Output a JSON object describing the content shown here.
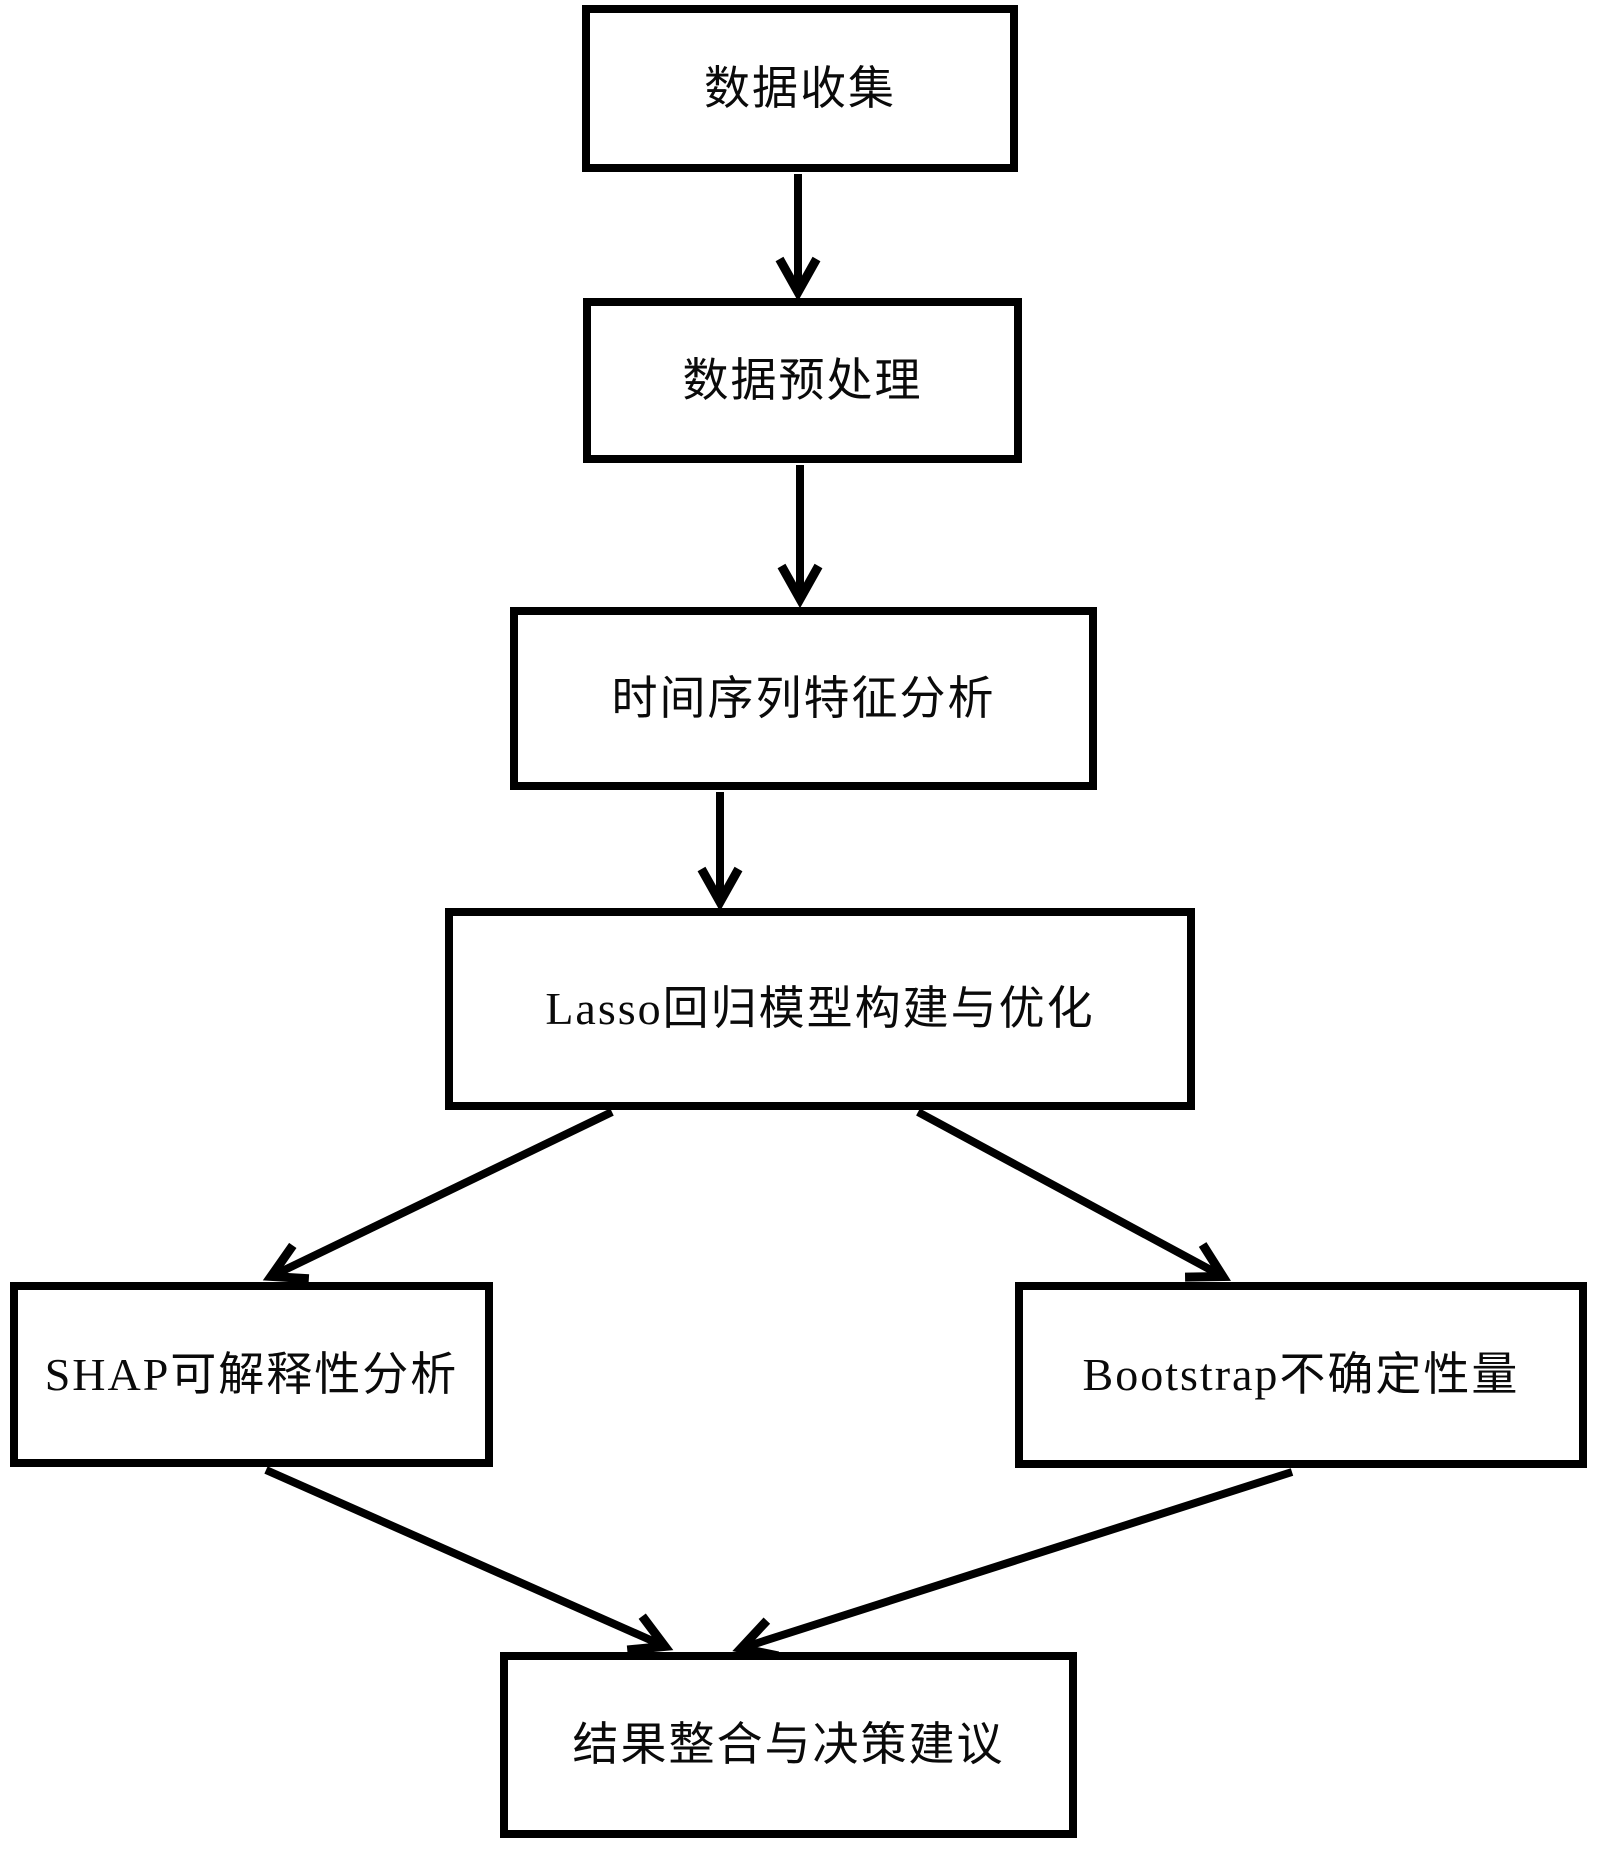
{
  "diagram": {
    "type": "flowchart",
    "colors": {
      "line": "#000000",
      "background": "#ffffff",
      "text": "#0a0a0a"
    },
    "nodes": [
      {
        "id": "data-collection",
        "label": "数据收集"
      },
      {
        "id": "data-preprocessing",
        "label": "数据预处理"
      },
      {
        "id": "time-series-analysis",
        "label": "时间序列特征分析"
      },
      {
        "id": "lasso-model",
        "label": "Lasso回归模型构建与优化"
      },
      {
        "id": "shap-analysis",
        "label": "SHAP可解释性分析"
      },
      {
        "id": "bootstrap-uncertainty",
        "label": "Bootstrap不确定性量"
      },
      {
        "id": "results-integration",
        "label": "结果整合与决策建议"
      }
    ],
    "edges": [
      {
        "from": "data-collection",
        "to": "data-preprocessing"
      },
      {
        "from": "data-preprocessing",
        "to": "time-series-analysis"
      },
      {
        "from": "time-series-analysis",
        "to": "lasso-model"
      },
      {
        "from": "lasso-model",
        "to": "shap-analysis"
      },
      {
        "from": "lasso-model",
        "to": "bootstrap-uncertainty"
      },
      {
        "from": "shap-analysis",
        "to": "results-integration"
      },
      {
        "from": "bootstrap-uncertainty",
        "to": "results-integration"
      }
    ]
  }
}
